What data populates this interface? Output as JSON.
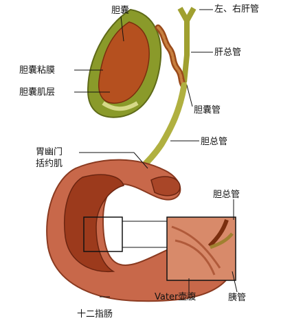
{
  "labels": {
    "gallbladder": "胆囊",
    "hepatic_ducts": "左、右肝管",
    "common_hepatic_duct": "肝总管",
    "mucosa": "胆囊粘膜",
    "muscle_layer": "胆囊肌层",
    "cystic_duct": "胆囊管",
    "common_bile_duct": "胆总管",
    "pyloric_line1": "胃幽门",
    "pyloric_line2": "括约肌",
    "inset_common_bile_duct": "胆总管",
    "pancreatic_duct": "胰管",
    "duodenum": "十二指肠",
    "vater_ampulla": "Vater壶腹"
  },
  "colors": {
    "gallbladder_outer": "#7a8a1e",
    "gallbladder_inner": "#b5501f",
    "duct": "#a8a83a",
    "duodenum": "#c8684a",
    "duodenum_inner": "#9c3a1c",
    "leader_line": "#111111"
  }
}
